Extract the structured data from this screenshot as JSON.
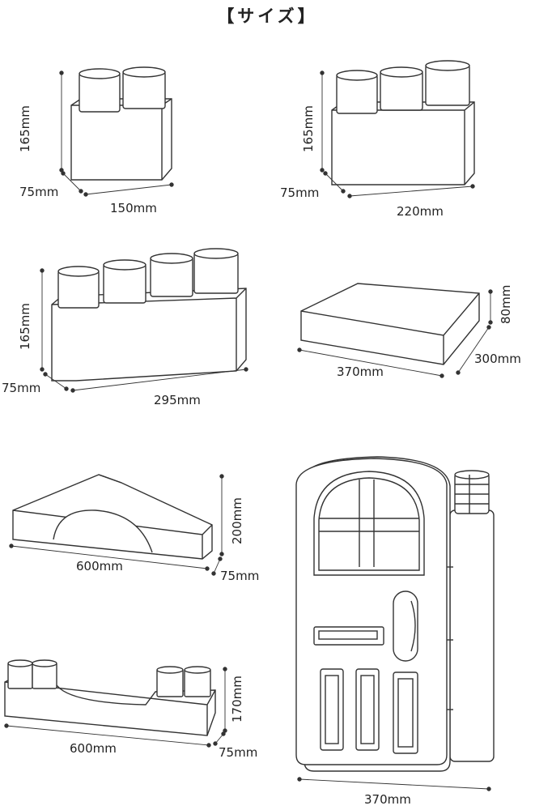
{
  "title": "【サイズ】",
  "items": [
    {
      "name": "block-2-stud",
      "height": "165mm",
      "depth": "75mm",
      "width": "150mm"
    },
    {
      "name": "block-3-stud",
      "height": "165mm",
      "depth": "75mm",
      "width": "220mm"
    },
    {
      "name": "block-4-stud",
      "height": "165mm",
      "depth": "75mm",
      "width": "295mm"
    },
    {
      "name": "flat-slab",
      "height": "80mm",
      "depth": "300mm",
      "width": "370mm"
    },
    {
      "name": "arch-bridge",
      "height": "200mm",
      "depth": "75mm",
      "width": "600mm"
    },
    {
      "name": "u-beam",
      "height": "170mm",
      "depth": "75mm",
      "width": "600mm"
    },
    {
      "name": "door-panel",
      "width": "370mm"
    }
  ]
}
